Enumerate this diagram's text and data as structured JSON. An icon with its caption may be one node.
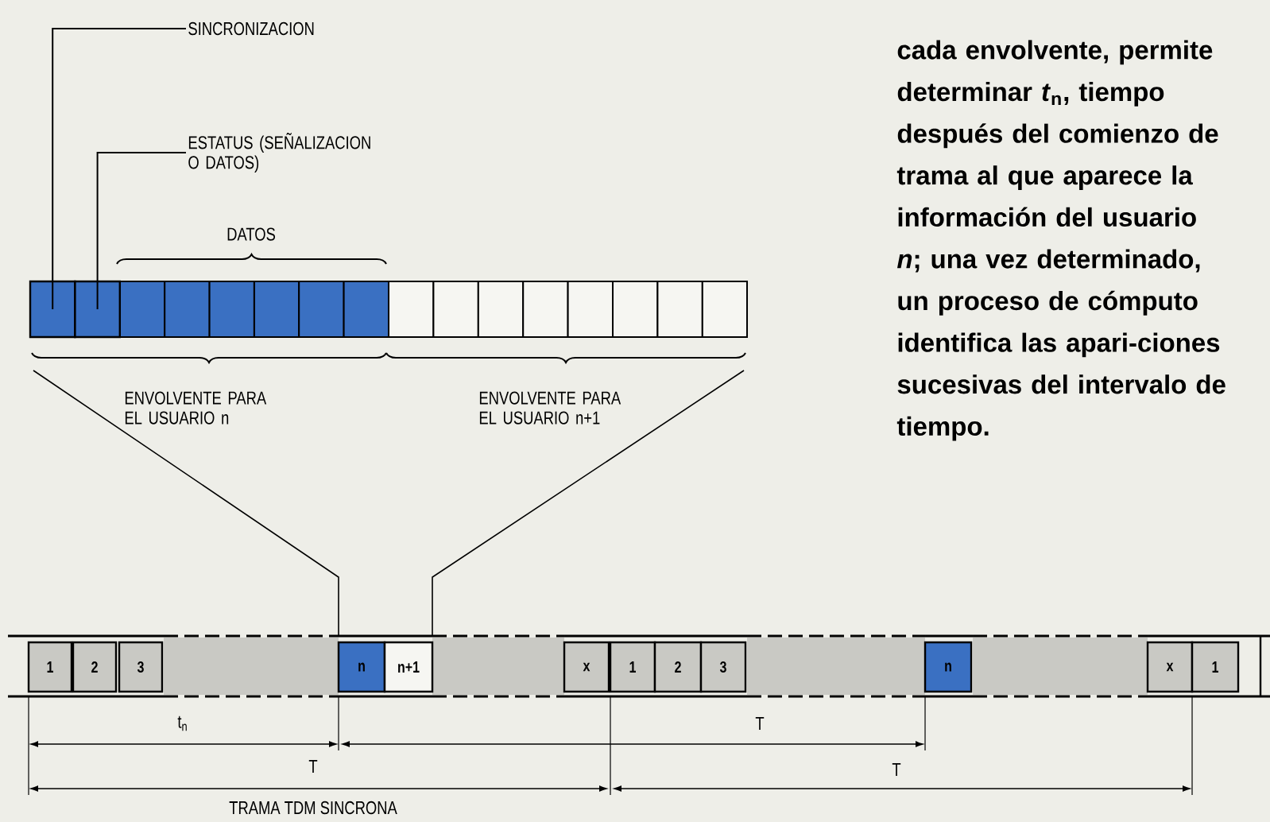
{
  "diagram": {
    "nodes": [
      {
        "text": [
          "SINCRONIZACION"
        ]
      },
      {
        "text": [
          "ESTATUS (SEÑALIZACION O DATOS)"
        ]
      },
      {
        "text": [],
        "shape": "box"
      },
      {
        "text": [],
        "shape": "box"
      },
      {
        "text": [
          "1"
        ]
      },
      {
        "text": [
          "2"
        ]
      },
      {
        "text": [
          "3"
        ]
      },
      {
        "text": [
          "n"
        ]
      },
      {
        "text": [
          "n+1"
        ]
      },
      {
        "text": [
          "x"
        ]
      },
      {
        "text": [
          "1"
        ]
      },
      {
        "text": [
          "2"
        ]
      },
      {
        "text": [
          "3"
        ]
      },
      {
        "text": [
          "n"
        ]
      },
      {
        "text": [
          "x"
        ]
      },
      {
        "text": [
          "1"
        ]
      }
    ],
    "edges": [
      {
        "from": 0,
        "to": 2,
        "arrow": "none"
      },
      {
        "from": 1,
        "to": 3,
        "arrow": "none"
      }
    ],
    "labels": [
      "DATOS",
      "ENVOLVENTE PARA EL USUARIO n",
      "ENVOLVENTE PARA EL USUARIO n+1",
      "cada envolvente, permite determinar *t*$_{n}$, tiempo después del comienzo de trama al que aparece la información del usuario *n*; una vez determinado, un proceso de cómputo identifica las apari-ciones sucesivas del intervalo de tiempo.",
      "t$_{n}$",
      "T",
      "T",
      "T",
      "TRAMA TDM SINCRONA"
    ]
  }
}
